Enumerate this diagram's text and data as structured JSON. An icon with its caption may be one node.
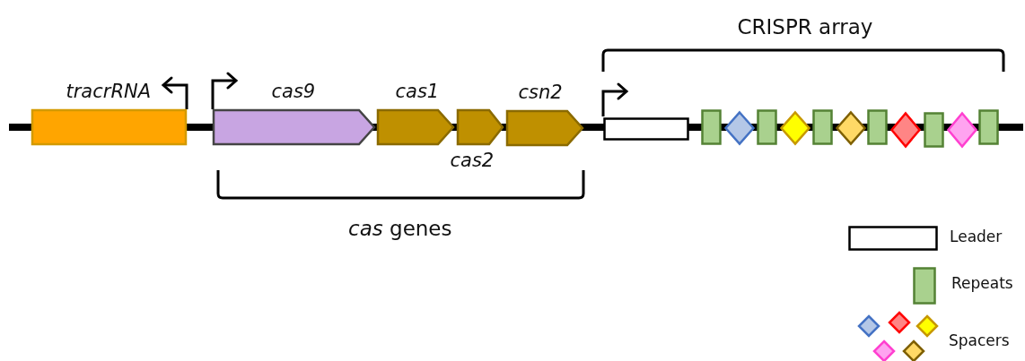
{
  "diagram": {
    "nodes": [
      {
        "text": [
          "tracrRNA"
        ]
      },
      {
        "text": [
          "cas9"
        ]
      },
      {
        "text": [
          "cas1"
        ]
      },
      {
        "text": [
          "cas2"
        ]
      },
      {
        "text": [
          "csn2"
        ]
      },
      {
        "text": [],
        "shape": "box"
      },
      {
        "text": [],
        "shape": "box"
      },
      {
        "text": [],
        "shape": "diamond"
      },
      {
        "text": [],
        "shape": "box"
      },
      {
        "text": [],
        "shape": "diamond"
      },
      {
        "text": [],
        "shape": "box"
      },
      {
        "text": [],
        "shape": "diamond"
      },
      {
        "text": [],
        "shape": "box"
      },
      {
        "text": [],
        "shape": "diamond"
      },
      {
        "text": [],
        "shape": "box"
      },
      {
        "text": [],
        "shape": "diamond"
      },
      {
        "text": [],
        "shape": "box"
      }
    ],
    "labels": [
      "CRISPR array",
      "*cas* genes"
    ],
    "legend": [
      {
        "text": "Leader"
      },
      {
        "text": "Repeats"
      },
      {
        "text": "Spacers"
      }
    ]
  }
}
